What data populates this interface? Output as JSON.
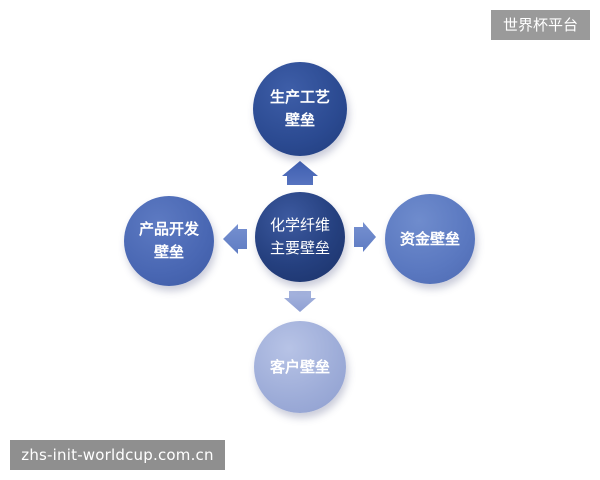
{
  "badge": {
    "text": "世界杯平台"
  },
  "watermark": {
    "text": "zhs-init-worldcup.com.cn"
  },
  "diagram": {
    "center": {
      "label": "化学纤维主要壁垒"
    },
    "top": {
      "label": "生产工艺壁垒"
    },
    "left": {
      "label": "产品开发壁垒"
    },
    "right": {
      "label": "资金壁垒"
    },
    "bottom": {
      "label": "客户壁垒"
    }
  },
  "colors": {
    "center": "#25407f",
    "top": "#2b4a91",
    "left": "#4967b3",
    "right": "#5a78c0",
    "bottom": "#9dacd8",
    "arrow": "#4f6fbf"
  }
}
